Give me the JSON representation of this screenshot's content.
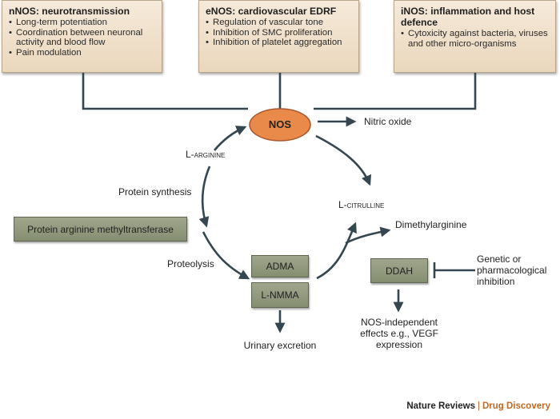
{
  "boxes": {
    "nnos": {
      "title": "nNOS: neurotransmission",
      "items": [
        "Long-term potentiation",
        "Coordination between neuronal activity and blood flow",
        "Pain modulation"
      ]
    },
    "enos": {
      "title": "eNOS: cardiovascular EDRF",
      "items": [
        "Regulation of vascular tone",
        "Inhibition of SMC proliferation",
        "Inhibition of platelet aggregation"
      ]
    },
    "inos": {
      "title": "iNOS: inflammation and host defence",
      "items": [
        "Cytoxicity against bacteria, viruses and other micro-organisms"
      ]
    }
  },
  "nodes": {
    "nos": "NOS",
    "nitric_oxide": "Nitric oxide",
    "l_arginine": "L-arginine",
    "protein_synthesis": "Protein synthesis",
    "prmt": "Protein arginine methyltransferase",
    "proteolysis": "Proteolysis",
    "adma": "ADMA",
    "l_nmma": "L-NMMA",
    "urinary": "Urinary excretion",
    "l_citrulline": "L-citrulline",
    "dimethylarginine": "Dimethylarginine",
    "ddah": "DDAH",
    "genetic": "Genetic or pharmacological inhibition",
    "nos_independent": "NOS-independent effects e.g., VEGF expression"
  },
  "footer": {
    "journal": "Nature Reviews",
    "separator": "|",
    "section": "Drug Discovery"
  },
  "colors": {
    "box_fill": "#ead7bc",
    "green_box": "#8d9578",
    "nos_fill": "#e98a4a",
    "arrow": "#34464f",
    "accent": "#c06a27"
  }
}
